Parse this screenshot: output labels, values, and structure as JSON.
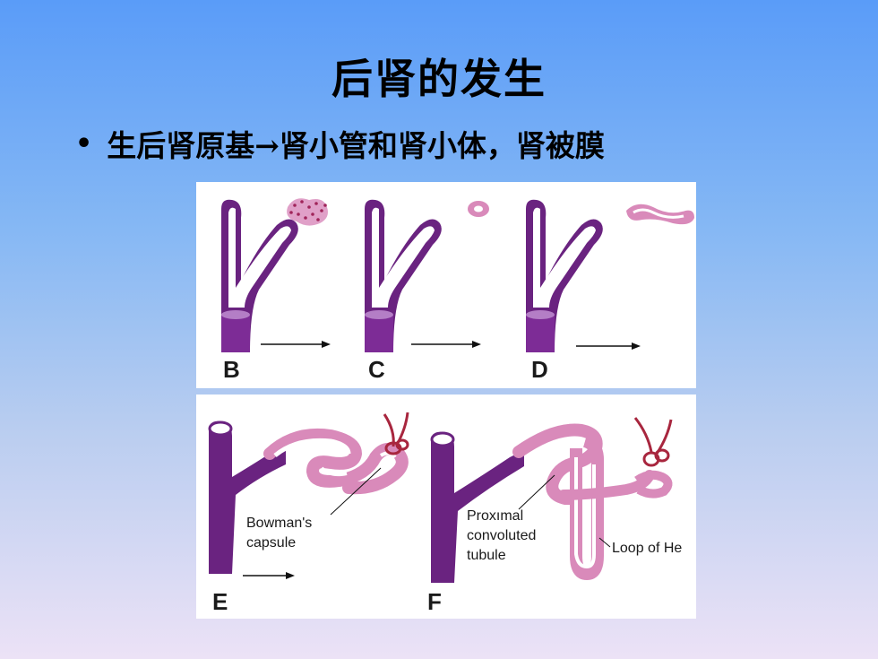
{
  "slide": {
    "title": "后肾的发生",
    "bullet": "生后肾原基→肾小管和肾小体，肾被膜"
  },
  "figure": {
    "stages_top": [
      "B",
      "C",
      "D"
    ],
    "stages_bottom": [
      "E",
      "F"
    ],
    "labels": {
      "bowman_line1": "Bowman's",
      "bowman_line2": "capsule",
      "proximal_line1": "Proxımal",
      "proximal_line2": "convoluted",
      "proximal_line3": "tubule",
      "loop": "Loop of He"
    }
  },
  "colors": {
    "duct_dark": "#6a2380",
    "duct_mid": "#8a3aa0",
    "tubule_pink": "#d98aba",
    "tubule_dark": "#b35b93",
    "glomerulus": "#a8263e"
  }
}
